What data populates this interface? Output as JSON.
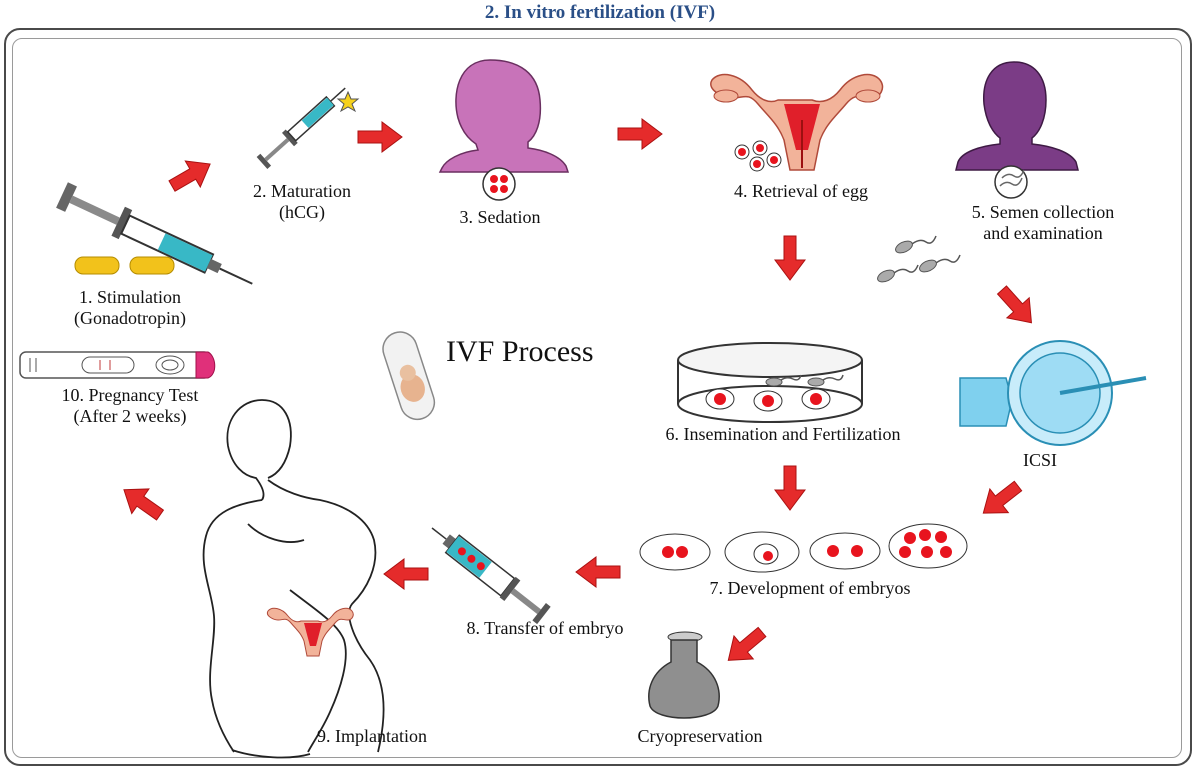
{
  "heading": "2.  In vitro fertilization (IVF)",
  "process_title": "IVF Process",
  "steps": {
    "stimulation": [
      "1. Stimulation",
      "(Gonadotropin)"
    ],
    "maturation": [
      "2. Maturation",
      "(hCG)"
    ],
    "sedation": "3. Sedation",
    "retrieval": "4. Retrieval of egg",
    "semen": [
      "5. Semen collection",
      "and examination"
    ],
    "insemination": "6. Insemination and Fertilization",
    "development": "7. Development of embryos",
    "transfer": "8. Transfer of embryo",
    "implantation": "9. Implantation",
    "pregnancy": [
      "10. Pregnancy Test",
      "(After 2 weeks)"
    ],
    "icsi": "ICSI",
    "cryo": "Cryopreservation"
  },
  "colors": {
    "heading": "#2a4f87",
    "arrow": "#e52b2b",
    "egg": "#e8141e",
    "female": "#c873b9",
    "male": "#7b3c86",
    "syringe_barrel": "#38b8c6",
    "capsule": "#f2c21b",
    "flask": "#8f8f8f",
    "icsi": "#7fd0ee"
  },
  "icons": [
    "syringe-icon",
    "capsule-icon",
    "star-icon",
    "woman-silhouette-icon",
    "man-silhouette-icon",
    "uterus-icon",
    "sperm-icon",
    "petri-dish-icon",
    "icsi-icon",
    "embryo-icon",
    "flask-icon",
    "pregnancy-test-icon",
    "test-tube-baby-icon",
    "female-body-icon"
  ]
}
